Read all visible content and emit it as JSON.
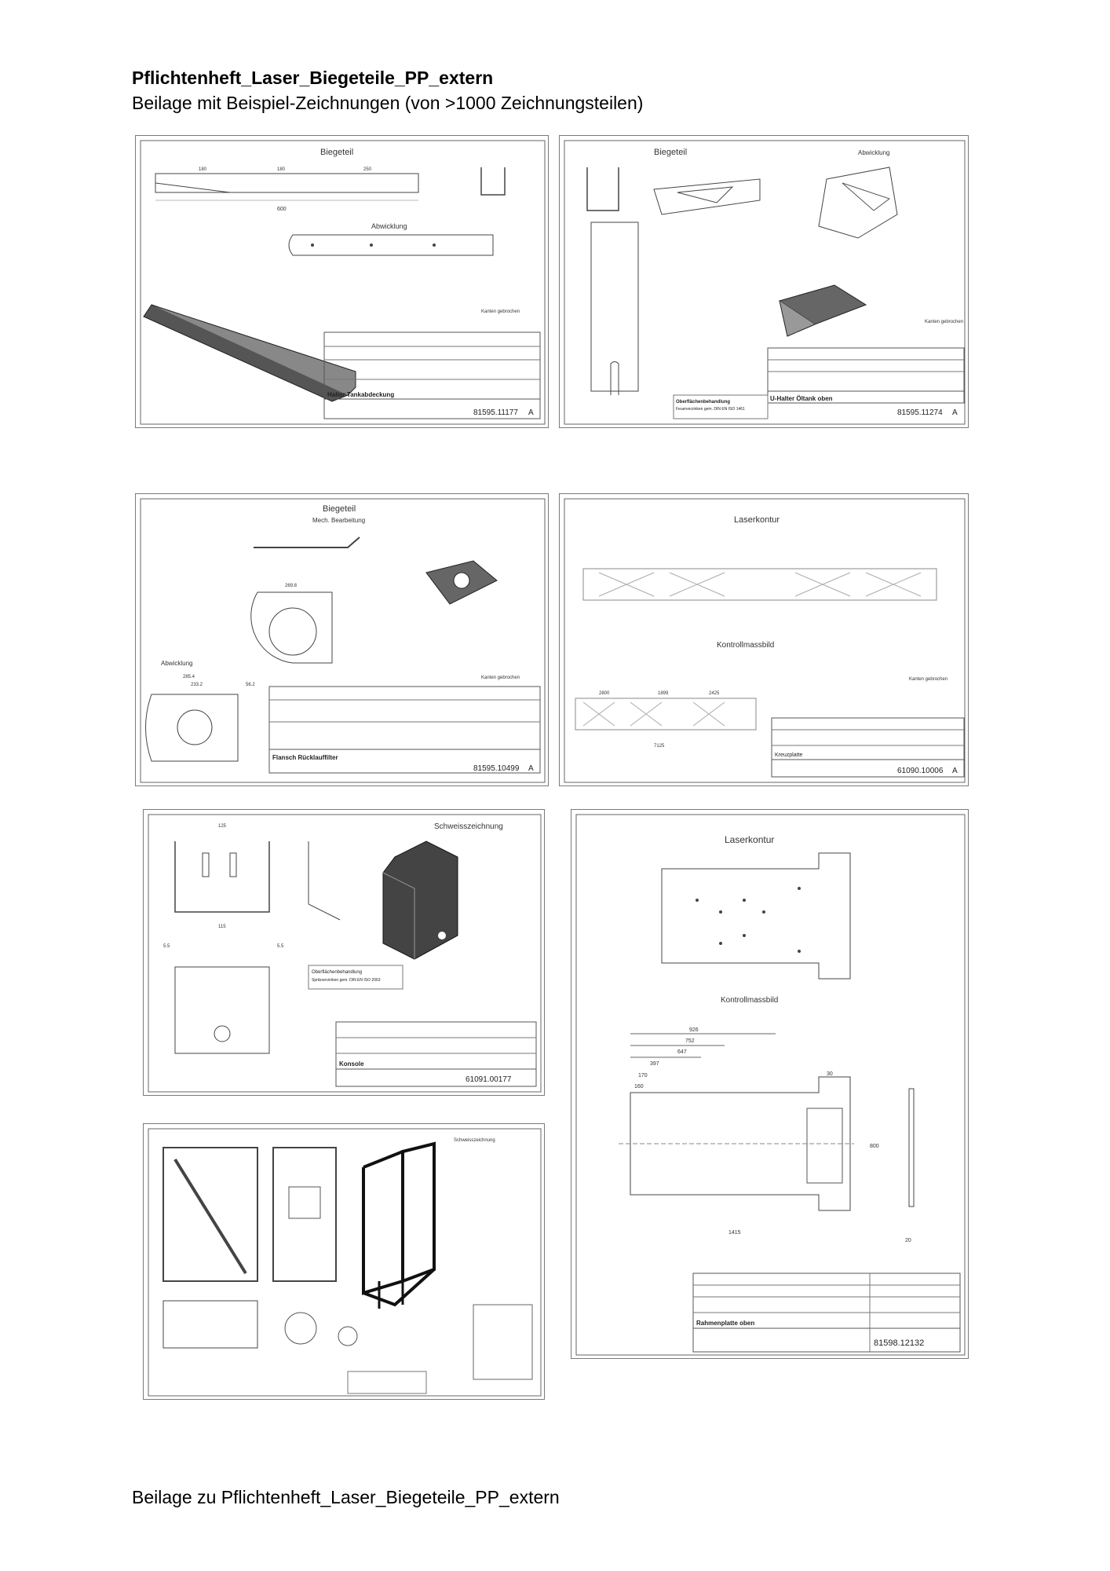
{
  "document": {
    "title": "Pflichtenheft_Laser_Biegeteile_PP_extern",
    "subtitle": "Beilage mit Beispiel-Zeichnungen (von >1000 Zeichnungsteilen)",
    "footer": "Beilage zu Pflichtenheft_Laser_Biegeteile_PP_extern"
  },
  "drawings": [
    {
      "heading": "Biegeteil",
      "subheading": "Abwicklung",
      "part_name": "Halter Tankabdeckung",
      "part_number": "81595.11177",
      "revision": "A",
      "note": "Kanten gebrochen",
      "dims": [
        "600",
        "180",
        "180",
        "250"
      ]
    },
    {
      "heading": "Biegeteil",
      "subheading": "Abwicklung",
      "part_name": "U-Halter Öltank oben",
      "part_number": "81595.11274",
      "revision": "A",
      "note": "Kanten gebrochen",
      "surface_title": "Oberflächenbehandlung",
      "surface_text": "Feuerverzinken gem. DIN EN ISO 1461"
    },
    {
      "heading": "Biegeteil",
      "subheading_2": "Mech. Bearbeitung",
      "subheading": "Abwicklung",
      "part_name": "Flansch Rücklauffilter",
      "part_number": "81595.10499",
      "revision": "A",
      "note": "Kanten gebrochen",
      "dims": [
        "269.8",
        "285.4",
        "233.2",
        "56.2"
      ]
    },
    {
      "heading": "Laserkontur",
      "subheading": "Kontrollmassbild",
      "part_name": "Kreuzplatte",
      "part_number": "61090.10006",
      "revision": "A",
      "note": "Kanten gebrochen",
      "dims": [
        "2800",
        "1899",
        "2425",
        "7125"
      ]
    },
    {
      "heading": "Schweisszeichnung",
      "part_name": "Konsole",
      "part_number": "61091.00177",
      "surface_title": "Oberflächenbehandlung",
      "surface_text": "Spritzverzinken gem. DIN EN ISO 2063",
      "dims": [
        "125",
        "115",
        "5.5",
        "5.5"
      ]
    },
    {
      "heading": "Laserkontur",
      "subheading": "Kontrollmassbild",
      "part_name": "Rahmenplatte oben",
      "part_number": "81598.12132",
      "dims": [
        "926",
        "752",
        "647",
        "397",
        "170",
        "160",
        "1415",
        "800",
        "30",
        "20"
      ]
    },
    {
      "heading": "Schweisszeichnung"
    }
  ]
}
